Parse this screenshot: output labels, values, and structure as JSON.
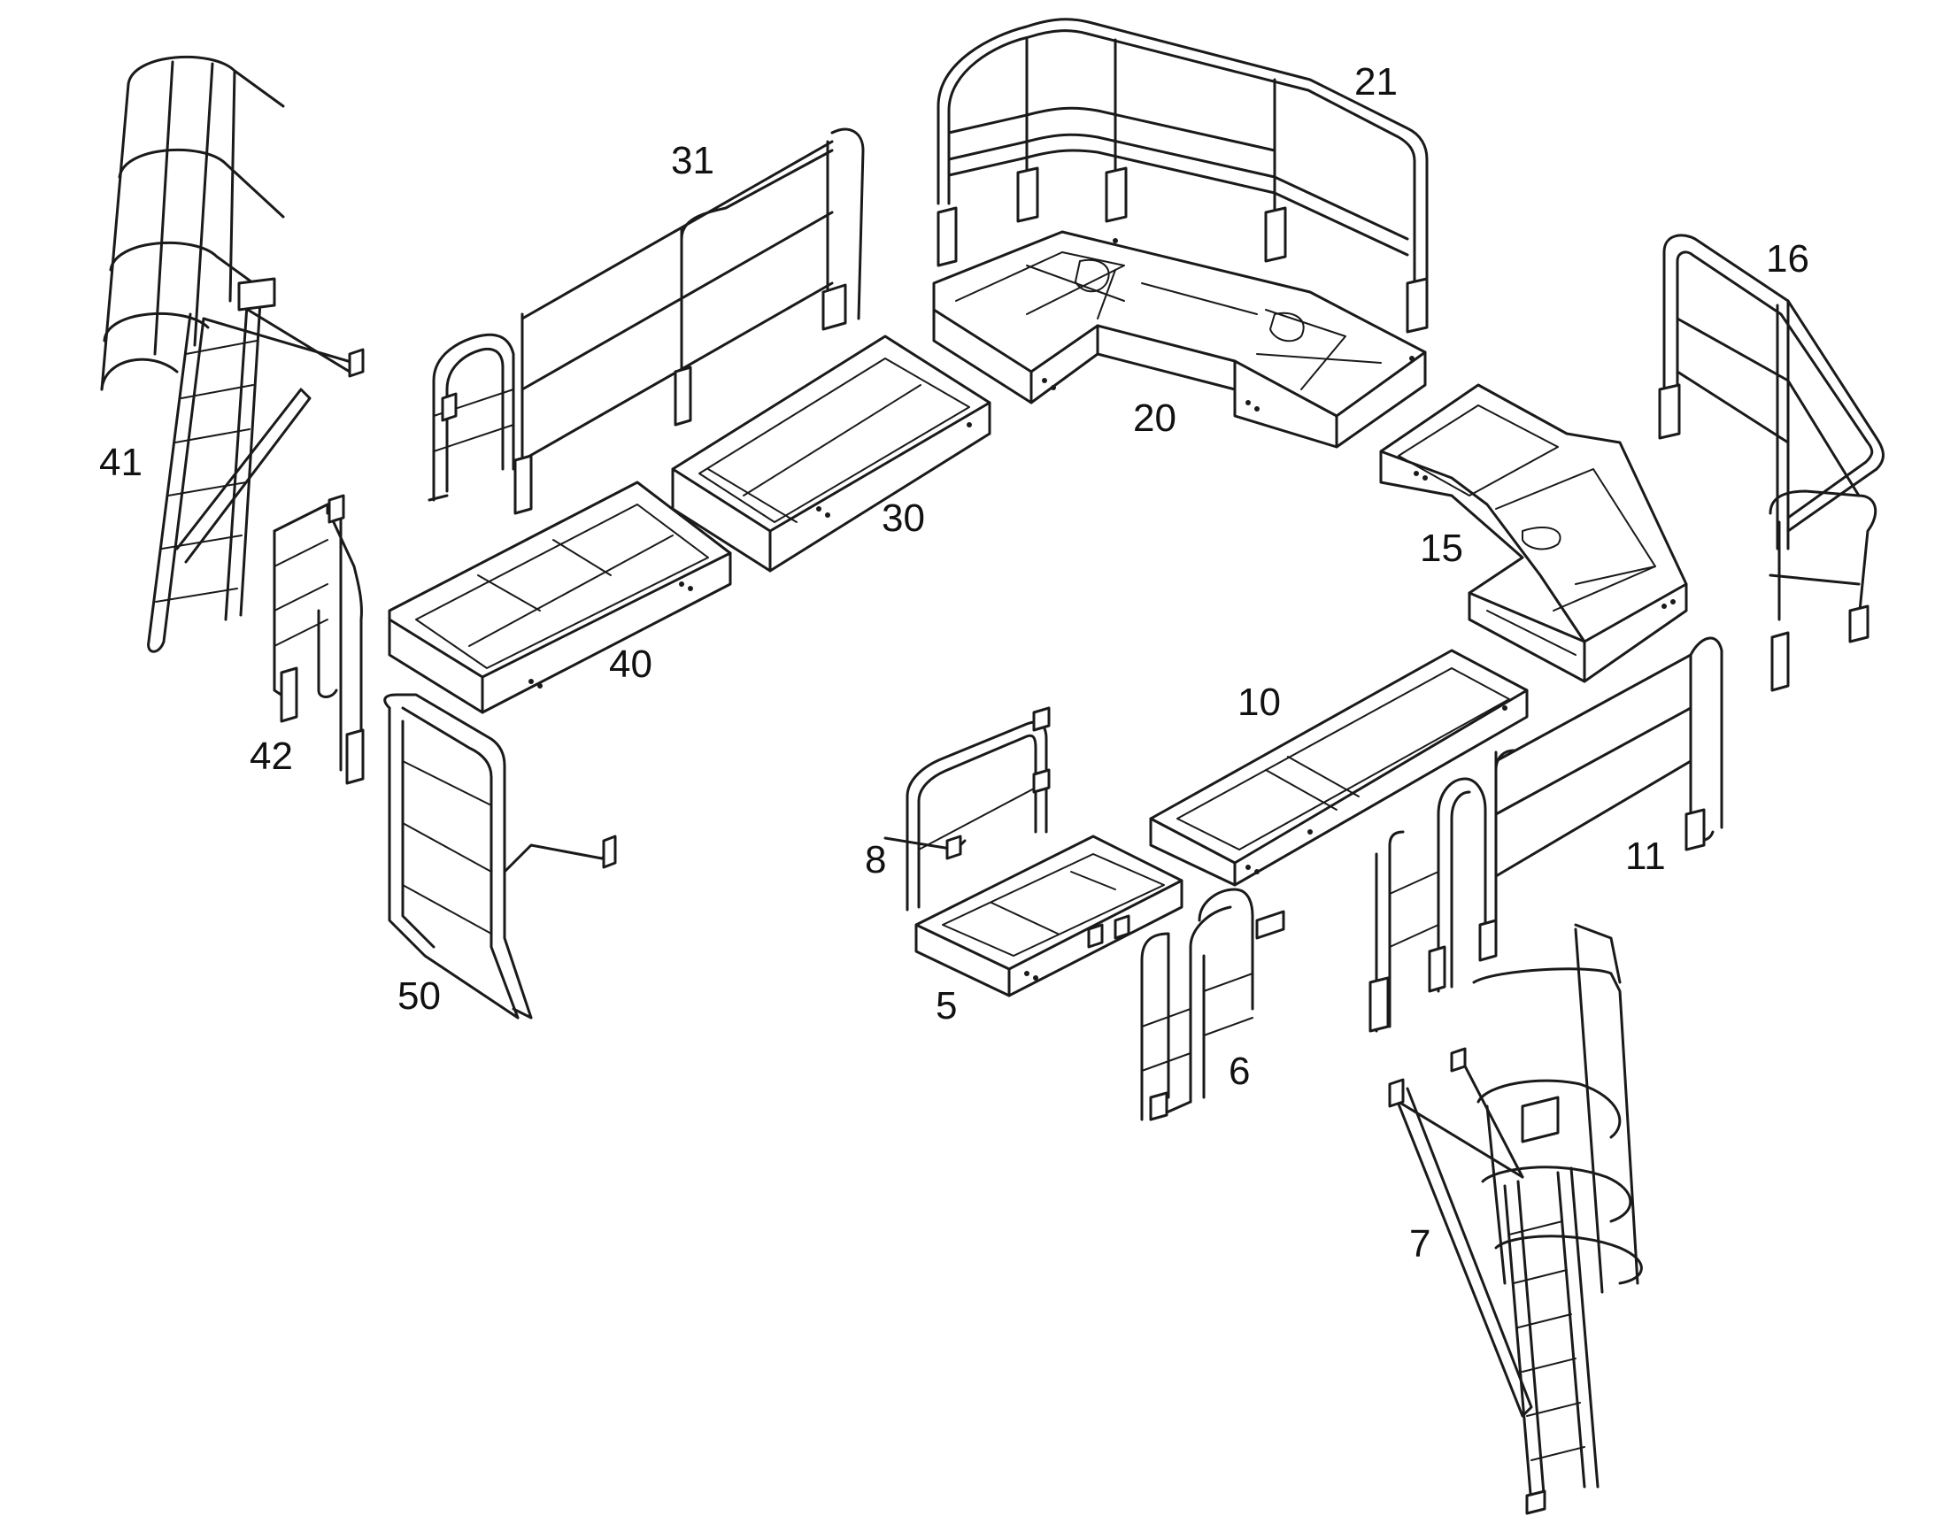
{
  "diagram": {
    "parts": [
      {
        "id": "p41",
        "label": "41"
      },
      {
        "id": "p31",
        "label": "31"
      },
      {
        "id": "p21",
        "label": "21"
      },
      {
        "id": "p16",
        "label": "16"
      },
      {
        "id": "p20",
        "label": "20"
      },
      {
        "id": "p30",
        "label": "30"
      },
      {
        "id": "p15",
        "label": "15"
      },
      {
        "id": "p40",
        "label": "40"
      },
      {
        "id": "p42",
        "label": "42"
      },
      {
        "id": "p10",
        "label": "10"
      },
      {
        "id": "p11",
        "label": "11"
      },
      {
        "id": "p8",
        "label": "8"
      },
      {
        "id": "p50",
        "label": "50"
      },
      {
        "id": "p5",
        "label": "5"
      },
      {
        "id": "p6",
        "label": "6"
      },
      {
        "id": "p7",
        "label": "7"
      }
    ]
  }
}
